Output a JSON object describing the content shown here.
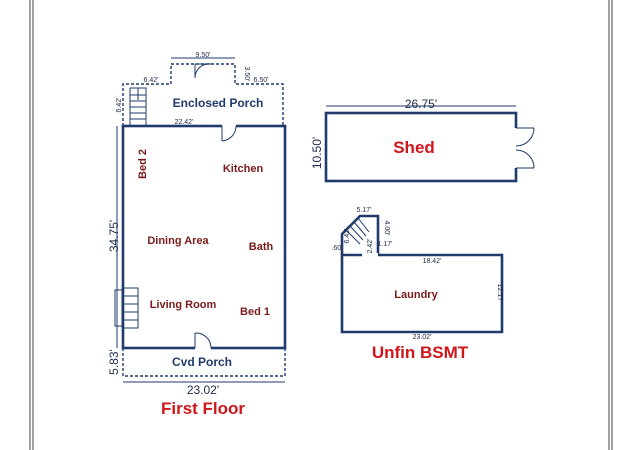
{
  "floor_labels": {
    "first_floor": "First Floor",
    "unfin_bsmt": "Unfin BSMT",
    "shed": "Shed"
  },
  "rooms": {
    "enclosed_porch": "Enclosed Porch",
    "kitchen": "Kitchen",
    "bed2": "Bed 2",
    "dining": "Dining Area",
    "bath": "Bath",
    "living": "Living Room",
    "bed1": "Bed 1",
    "cvd_porch": "Cvd Porch",
    "laundry": "Laundry"
  },
  "dimensions": {
    "porch_top": "9.50'",
    "porch_left": "6.42'",
    "porch_step": "3.50'",
    "porch_right": "6.50'",
    "porch_side": "6.42'",
    "house_top": "22.42'",
    "house_height": "34.75'",
    "cvd_porch_height": "5.83'",
    "house_bottom": "23.02'",
    "shed_width": "26.75'",
    "shed_height": "10.50'",
    "bsmt_stair_top": "5.17'",
    "bsmt_stair_right": "4.00'",
    "bsmt_stair_left": "6.42'",
    "bsmt_small": ".60'",
    "bsmt_stair_small": "2.42'",
    "bsmt_117": "1.17'",
    "laundry_top": "18.42'",
    "laundry_right": "12.17'",
    "laundry_bottom": "23.02'"
  }
}
